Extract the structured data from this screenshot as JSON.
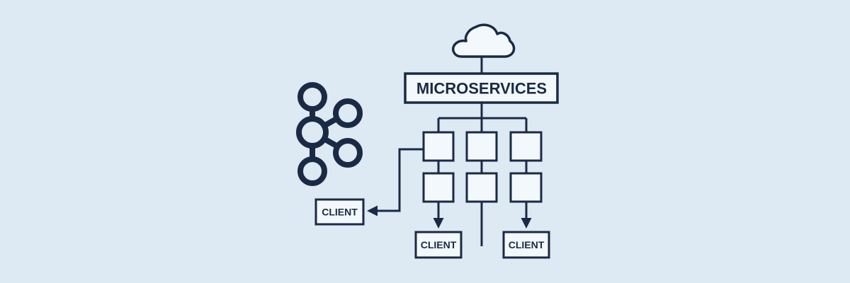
{
  "theme": {
    "background": "#dde9f3",
    "ink": "#1b2a44",
    "box_fill": "#f3f8fc"
  },
  "icons": {
    "cloud": "cloud-icon",
    "kafka": "kafka-logo-icon"
  },
  "diagram": {
    "hub_label": "MICROSERVICES",
    "client_left_label": "CLIENT",
    "client_bottom_left_label": "CLIENT",
    "client_bottom_right_label": "CLIENT"
  }
}
